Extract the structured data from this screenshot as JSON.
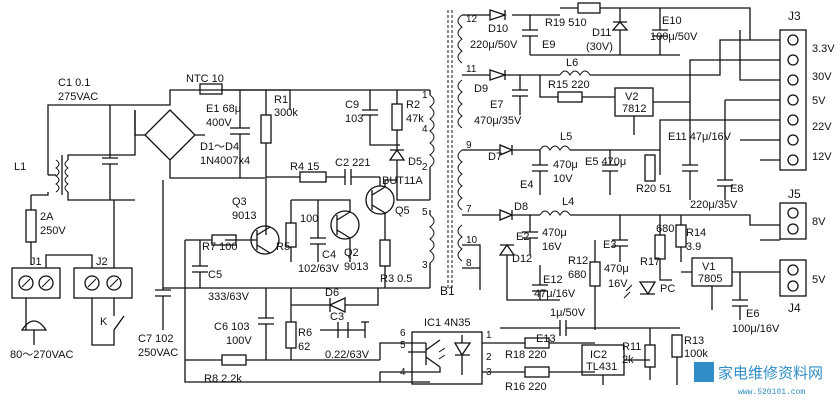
{
  "labels": {
    "c1a": "C1 0.1",
    "c1b": "275VAC",
    "ntc": "NTC 10",
    "e1a": "E1 68μ",
    "e1b": "400V",
    "r1a": "R1",
    "r1b": "300k",
    "c9a": "C9",
    "c9b": "103",
    "r2a": "R2",
    "r2b": "47k",
    "d1": "D1～D4",
    "d1b": "1N4007x4",
    "l1": "L1",
    "f2a": "2A",
    "f2b": "250V",
    "j1": "J1",
    "j2": "J2",
    "k": "K",
    "ac_in": "80～270VAC",
    "c7a": "C7 102",
    "c7b": "250VAC",
    "r4": "R4 15",
    "c2": "C2 221",
    "d5": "D5",
    "but": "BUT11A",
    "q5": "Q5",
    "q3a": "Q3",
    "q3b": "9013",
    "r7": "R7 100",
    "r5a": "R5",
    "r5b": "100",
    "c4a": "C4",
    "c4b": "102/63V",
    "q2a": "Q2",
    "q2b": "9013",
    "r3": "R3 0.5",
    "c5a": "C5",
    "c5b": "333/63V",
    "d6": "D6",
    "c6a": "C6 103",
    "c6b": "100V",
    "r6a": "R6",
    "r6b": "62",
    "c3a": "C3",
    "c3b": "0.22/63V",
    "r8": "R8 2.2k",
    "b1": "B1",
    "ic1": "IC1 4N35",
    "pin1": "1",
    "pin2": "2",
    "pin3": "3",
    "pin4": "4",
    "pin5": "5",
    "pin6": "6",
    "n12": "12",
    "n11": "11",
    "n9": "9",
    "n7": "7",
    "n10": "10",
    "n8": "8",
    "n1": "1",
    "n2": "2",
    "n3": "3",
    "n4": "4",
    "n5": "5",
    "d10a": "D10",
    "d10b": "220μ/50V",
    "r19": "R19 510",
    "e9": "E9",
    "d11a": "D11",
    "d11b": "(30V)",
    "e10a": "E10",
    "e10b": "100μ/50V",
    "l6": "L6",
    "d9": "D9",
    "r15": "R15 220",
    "v2a": "V2",
    "v2b": "7812",
    "e7a": "E7",
    "e7b": "470μ/35V",
    "l5": "L5",
    "d7": "D7",
    "e4a": "470μ",
    "e4b": "E4",
    "e4c": "10V",
    "e5": "E5 470μ",
    "r20": "R20 51",
    "e11": "E11 47μ/16V",
    "e8": "E8",
    "e8b": "220μ/35V",
    "d8": "D8",
    "l4": "L4",
    "e2a": "E2",
    "e2b": "470μ",
    "e2c": "16V",
    "e3a": "E3",
    "e3b": "470μ",
    "e3c": "16V",
    "r17a": "R17",
    "r17b": "680",
    "r14a": "R14",
    "r14b": "3.9",
    "d12": "D12",
    "r12a": "R12",
    "r12b": "680",
    "e12": "E12",
    "e12b": "47μ/16V",
    "v1a": "V1",
    "v1b": "7805",
    "pc": "PC",
    "e6": "E6",
    "e6b": "100μ/16V",
    "c_1u": "1μ/50V",
    "e13": "E13",
    "r18": "R18 220",
    "r16": "R16 220",
    "ic2a": "IC2",
    "ic2b": "TL431",
    "r11a": "R11",
    "r11b": "2k",
    "r13a": "R13",
    "r13b": "100k",
    "j3": "J3",
    "j4": "J4",
    "j5": "J5",
    "o33": "3.3V",
    "o30": "30V",
    "o5": "5V",
    "o22": "22V",
    "o12": "12V",
    "o8": "8V",
    "o5b": "5V"
  },
  "watermark": {
    "text": "家电维修资料网",
    "url": "www.520101.com"
  }
}
